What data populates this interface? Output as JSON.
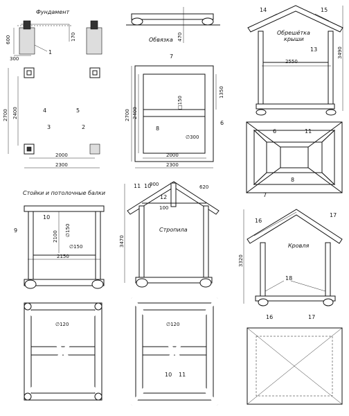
{
  "titles": {
    "foundation": "Фундамент",
    "strapping": "Обвязка",
    "lathing_line1": "Обрешётка",
    "lathing_line2": "крыши",
    "posts_beams": "Стойки и потолочные балки",
    "rafters": "Стропила",
    "roofing": "Кровля"
  },
  "dims": {
    "d600": "600",
    "d170": "170",
    "d300": "300",
    "d470": "470",
    "d2700": "2700",
    "d2400": "2400",
    "d2000": "2000",
    "d2300": "2300",
    "d1350": "1350",
    "d150": "□150",
    "d300dia": "∅300",
    "d3490": "3490",
    "d2550": "2550",
    "d150dia": "∅150",
    "d2100": "2100",
    "d2150": "2150",
    "d900": "900",
    "d620": "620",
    "d100": "100",
    "d3470": "3470",
    "d3320": "3320",
    "d120dia": "∅120"
  },
  "numbers": {
    "n1": "1",
    "n2": "2",
    "n3": "3",
    "n4": "4",
    "n5": "5",
    "n6": "6",
    "n7": "7",
    "n8": "8",
    "n9": "9",
    "n10": "10",
    "n11": "11",
    "n12": "12",
    "n13": "13",
    "n14": "14",
    "n15": "15",
    "n16": "16",
    "n17": "17",
    "n18": "18"
  }
}
